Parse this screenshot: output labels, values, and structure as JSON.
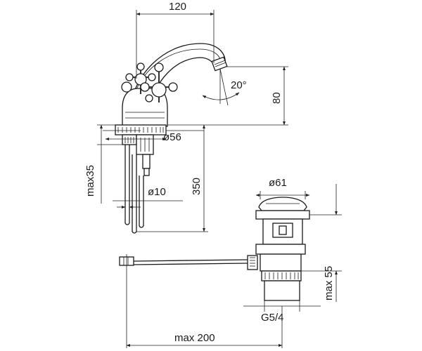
{
  "dimensions": {
    "spout_reach": "120",
    "spout_angle": "20°",
    "spout_height": "80",
    "base_diameter": "ø56",
    "max_deck_thickness": "max35",
    "tail_diameter": "ø10",
    "tail_length": "350",
    "plug_diameter": "ø61",
    "waste_height": "max 55",
    "waste_thread": "G5/4",
    "rod_length": "max 200"
  }
}
